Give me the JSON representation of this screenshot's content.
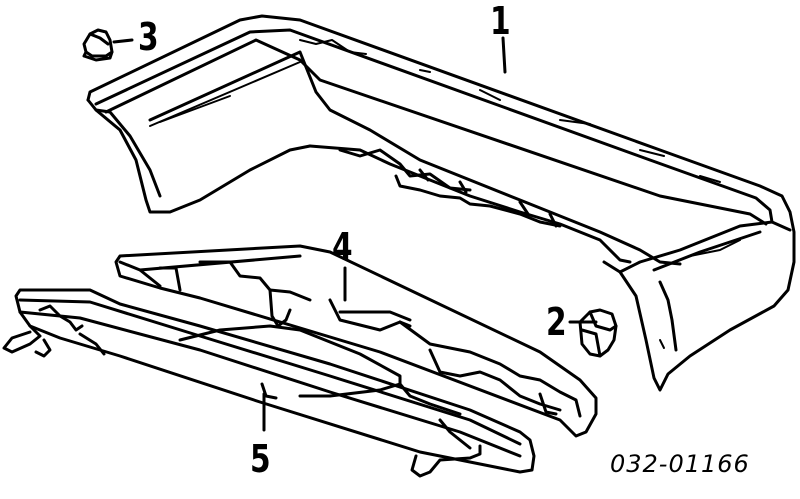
{
  "diagram": {
    "callouts": [
      {
        "id": "1",
        "label": "1"
      },
      {
        "id": "2",
        "label": "2"
      },
      {
        "id": "3",
        "label": "3"
      },
      {
        "id": "4",
        "label": "4"
      },
      {
        "id": "5",
        "label": "5"
      }
    ],
    "part_number": "032-01166",
    "line_color": "#000000",
    "background": "#ffffff"
  }
}
